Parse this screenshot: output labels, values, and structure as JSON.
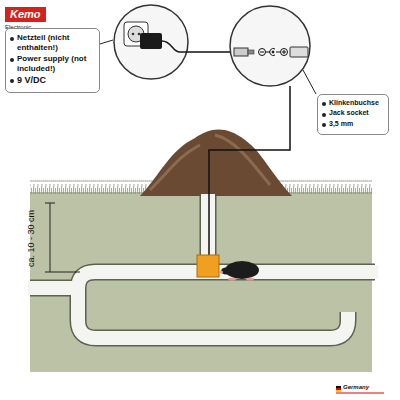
{
  "diagram": {
    "nodes": [
      {
        "text": [
          "Kemo",
          "Electronic"
        ]
      },
      {
        "text": [
          "Netzteil (nicht enthalten!)",
          "Power supply (not included!)",
          "9 V/DC"
        ]
      },
      {
        "text": [
          "Klinkenbuchse",
          "Jack socket",
          "3,5 mm"
        ]
      }
    ],
    "labels": [
      "ca. 10 - 30 cm",
      "Germany"
    ]
  }
}
